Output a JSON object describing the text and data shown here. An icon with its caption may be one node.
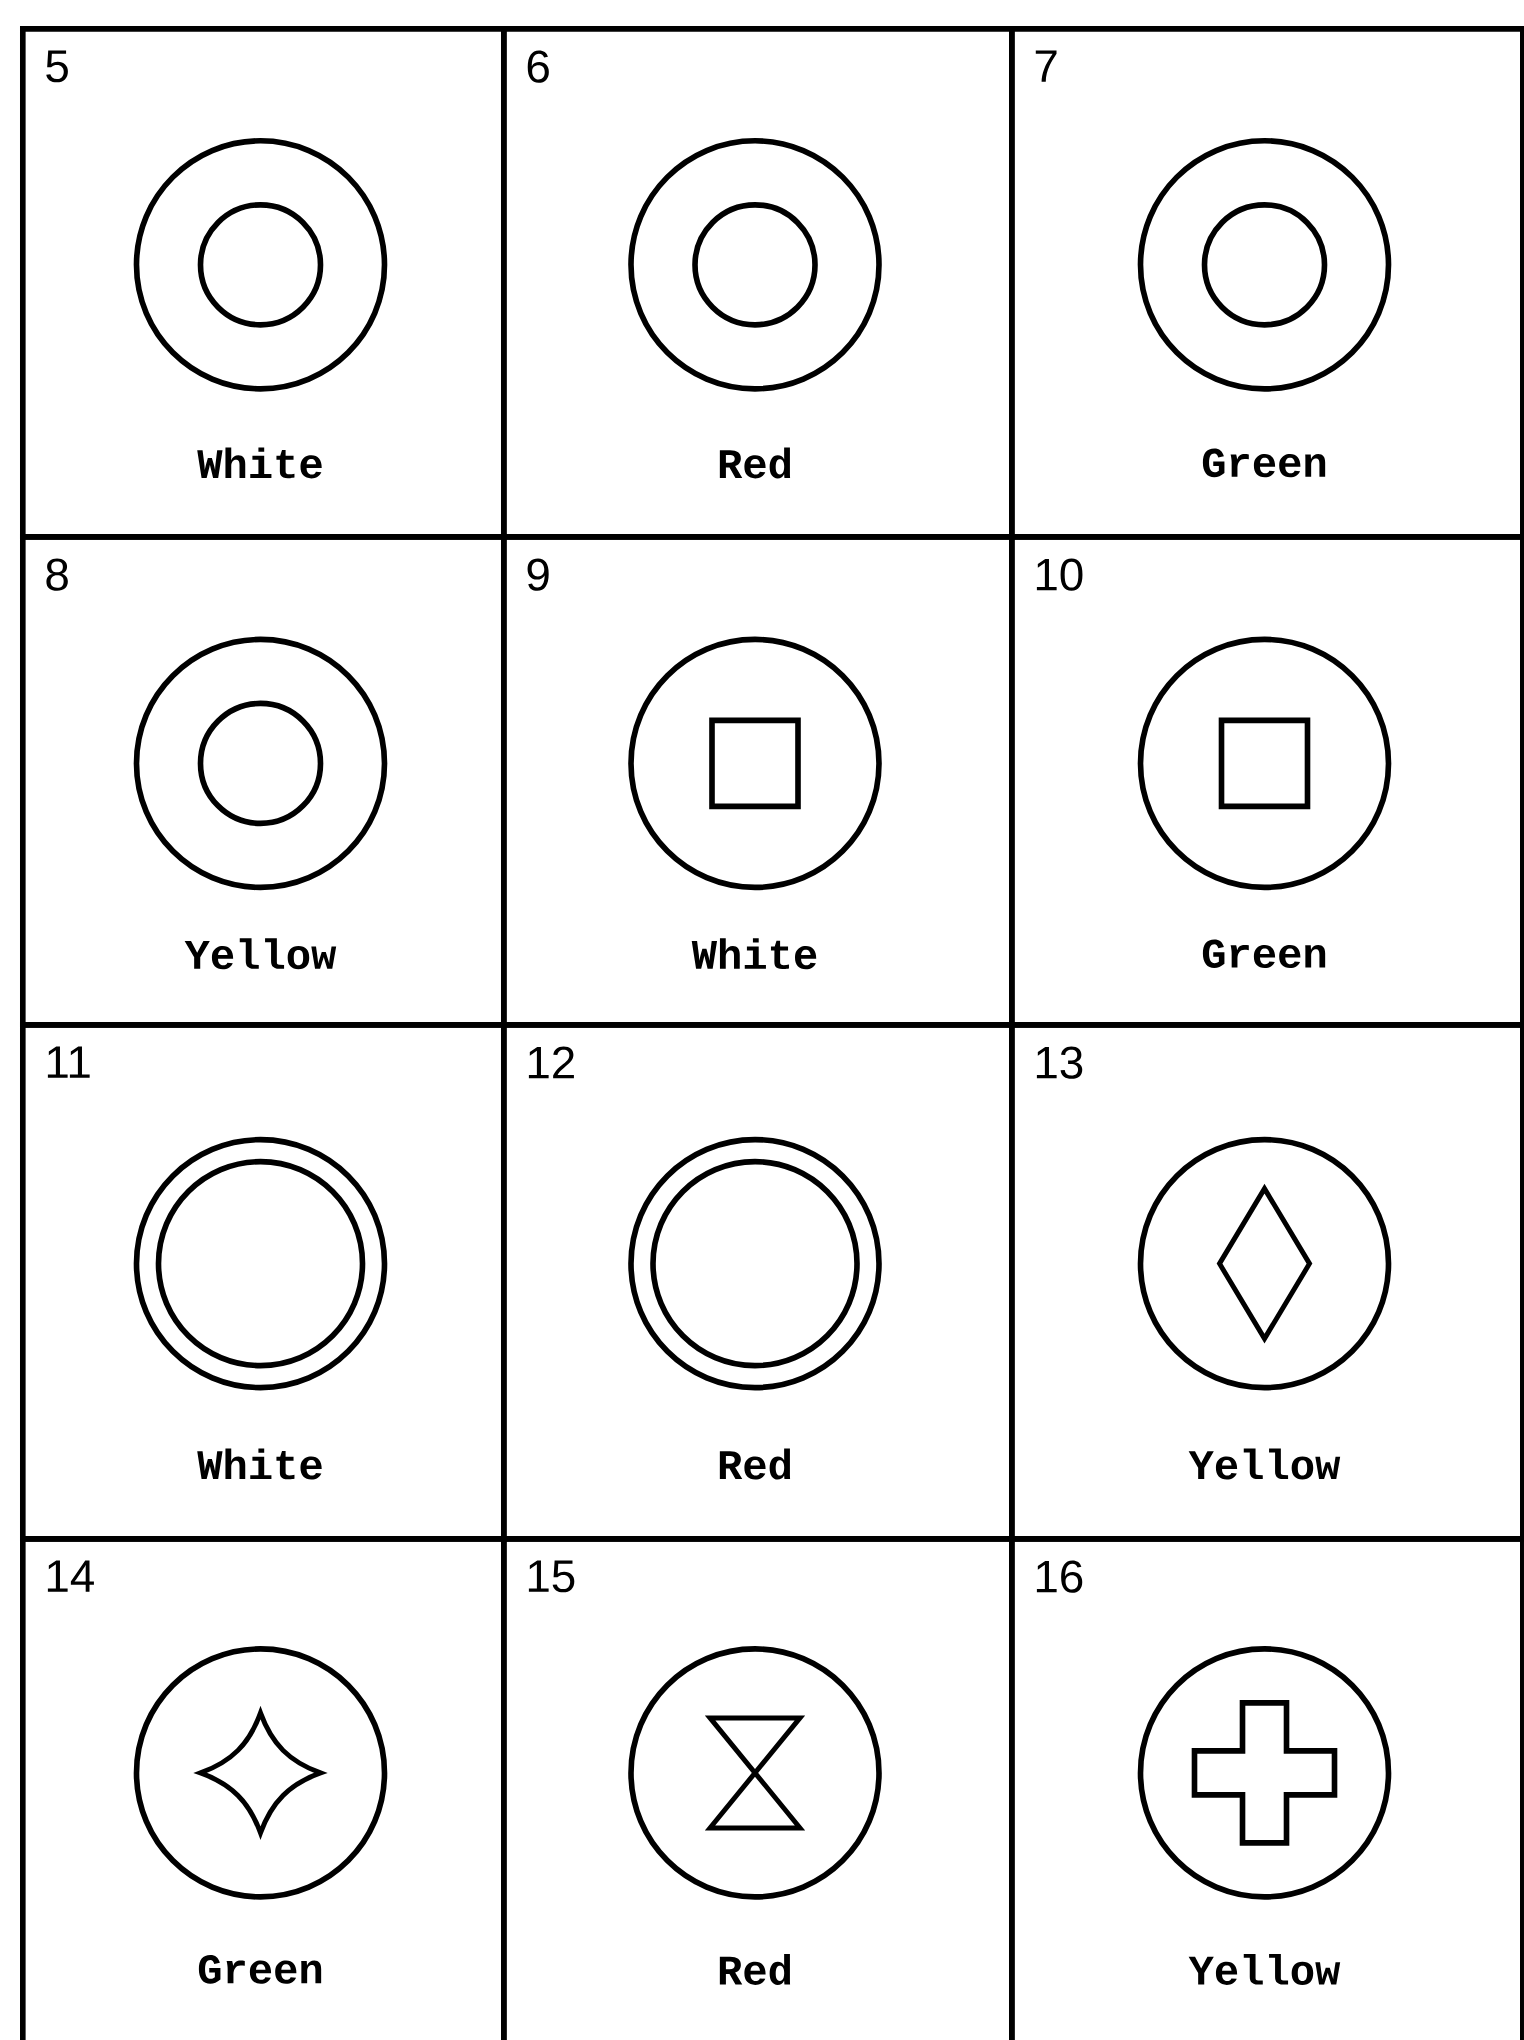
{
  "diagram": {
    "nodes": [
      {
        "text": [
          "5",
          "White"
        ]
      },
      {
        "text": [
          "6",
          "Red"
        ]
      },
      {
        "text": [
          "7",
          "Green"
        ]
      },
      {
        "text": [
          "8",
          "Yellow"
        ]
      },
      {
        "text": [
          "9",
          "White"
        ]
      },
      {
        "text": [
          "10",
          "Green"
        ]
      },
      {
        "text": [
          "11",
          "White"
        ]
      },
      {
        "text": [
          "12",
          "Red"
        ]
      },
      {
        "text": [
          "13",
          "Yellow"
        ]
      },
      {
        "text": [
          "14",
          "Green"
        ]
      },
      {
        "text": [
          "15",
          "Red"
        ]
      },
      {
        "text": [
          "16",
          "Yellow"
        ]
      }
    ]
  }
}
